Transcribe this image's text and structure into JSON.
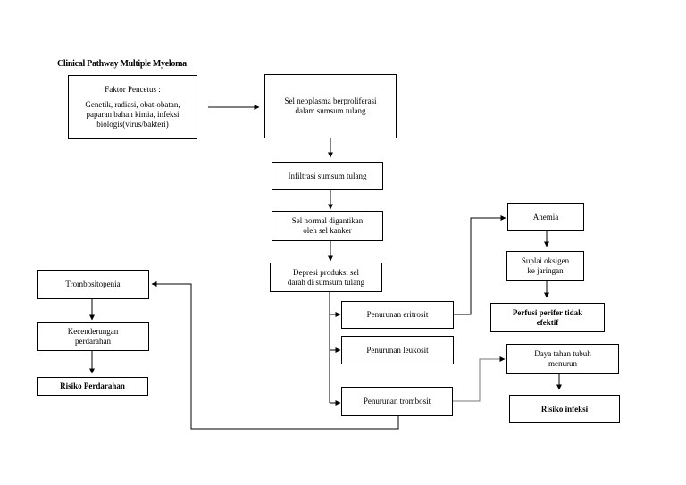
{
  "title": "Clinical Pathway Multiple Myeloma",
  "nodes": {
    "faktor_pencetus": {
      "heading": "Faktor Pencetus :",
      "line1": "Genetik, radiasi, obat-obatan,",
      "line2": "paparan bahan kimia, infeksi",
      "line3": "biologis(virus/bakteri)"
    },
    "sel_neoplasma": {
      "line1": "Sel neoplasma berproliferasi",
      "line2": "dalam sumsum tulang"
    },
    "infiltrasi": {
      "line1": "Infiltrasi sumsum tulang"
    },
    "sel_normal": {
      "line1": "Sel normal digantikan",
      "line2": "oleh sel kanker"
    },
    "depresi_produksi": {
      "line1": "Depresi produksi sel",
      "line2": "darah di sumsum tulang"
    },
    "penurunan_eritrosit": {
      "line1": "Penurunan eritrosit"
    },
    "penurunan_leukosit": {
      "line1": "Penurunan leukosit"
    },
    "penurunan_trombosit": {
      "line1": "Penurunan trombosit"
    },
    "anemia": {
      "line1": "Anemia"
    },
    "suplai_oksigen": {
      "line1": "Suplai oksigen",
      "line2": "ke jaringan"
    },
    "perfusi_perifer": {
      "line1": "Perfusi perifer tidak",
      "line2": "efektif"
    },
    "daya_tahan": {
      "line1": "Daya tahan tubuh",
      "line2": "menurun"
    },
    "risiko_infeksi": {
      "line1": "Risiko infeksi"
    },
    "trombositopenia": {
      "line1": "Trombositopenia"
    },
    "kecenderungan": {
      "line1": "Kecenderungan",
      "line2": "perdarahan"
    },
    "risiko_perdarahan": {
      "line1": "Risiko Perdarahan"
    }
  }
}
